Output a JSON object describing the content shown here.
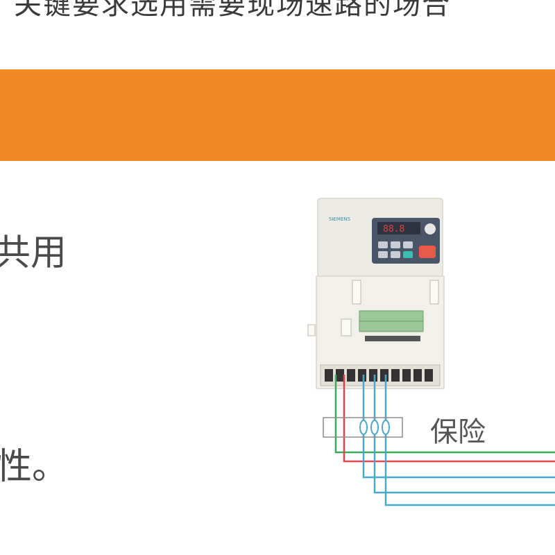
{
  "header": {
    "text": "关键要求选用需要现场速路的场合"
  },
  "banner": {
    "color": "#f08a25"
  },
  "body_text": {
    "line1": "共用",
    "line2": "性。"
  },
  "diagram": {
    "device_brand": "SIEMENS",
    "display_value": "88.8",
    "fuse_label": "保险",
    "wire_colors": {
      "green": "#3ba95a",
      "red": "#d9454a",
      "blue": "#4aa8c8"
    }
  }
}
